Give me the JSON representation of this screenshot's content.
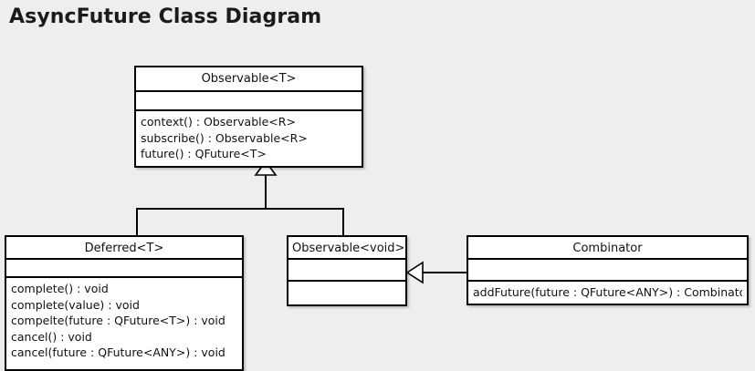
{
  "title": "AsyncFuture Class Diagram",
  "colors": {
    "background": "#eeeeee",
    "box_fill": "#ffffff",
    "line": "#000000",
    "text": "#111111"
  },
  "diagram": {
    "type": "uml-class-diagram",
    "classes": [
      {
        "id": "observable-t",
        "name": "Observable<T>",
        "attributes": [],
        "operations": [
          "context() : Observable<R>",
          "subscribe() : Observable<R>",
          "future() : QFuture<T>"
        ]
      },
      {
        "id": "deferred-t",
        "name": "Deferred<T>",
        "attributes": [],
        "operations": [
          "complete() : void",
          "complete(value) : void",
          "compelte(future : QFuture<T>) : void",
          "cancel() : void",
          "cancel(future : QFuture<ANY>) : void"
        ]
      },
      {
        "id": "observable-void",
        "name": "Observable<void>",
        "attributes": [],
        "operations": []
      },
      {
        "id": "combinator",
        "name": "Combinator",
        "attributes": [],
        "operations": [
          "addFuture(future : QFuture<ANY>) : Combinator"
        ]
      }
    ],
    "relationships": [
      {
        "type": "generalization",
        "from": "deferred-t",
        "to": "observable-t"
      },
      {
        "type": "generalization",
        "from": "observable-void",
        "to": "observable-t"
      },
      {
        "type": "generalization",
        "from": "combinator",
        "to": "observable-void"
      }
    ]
  }
}
